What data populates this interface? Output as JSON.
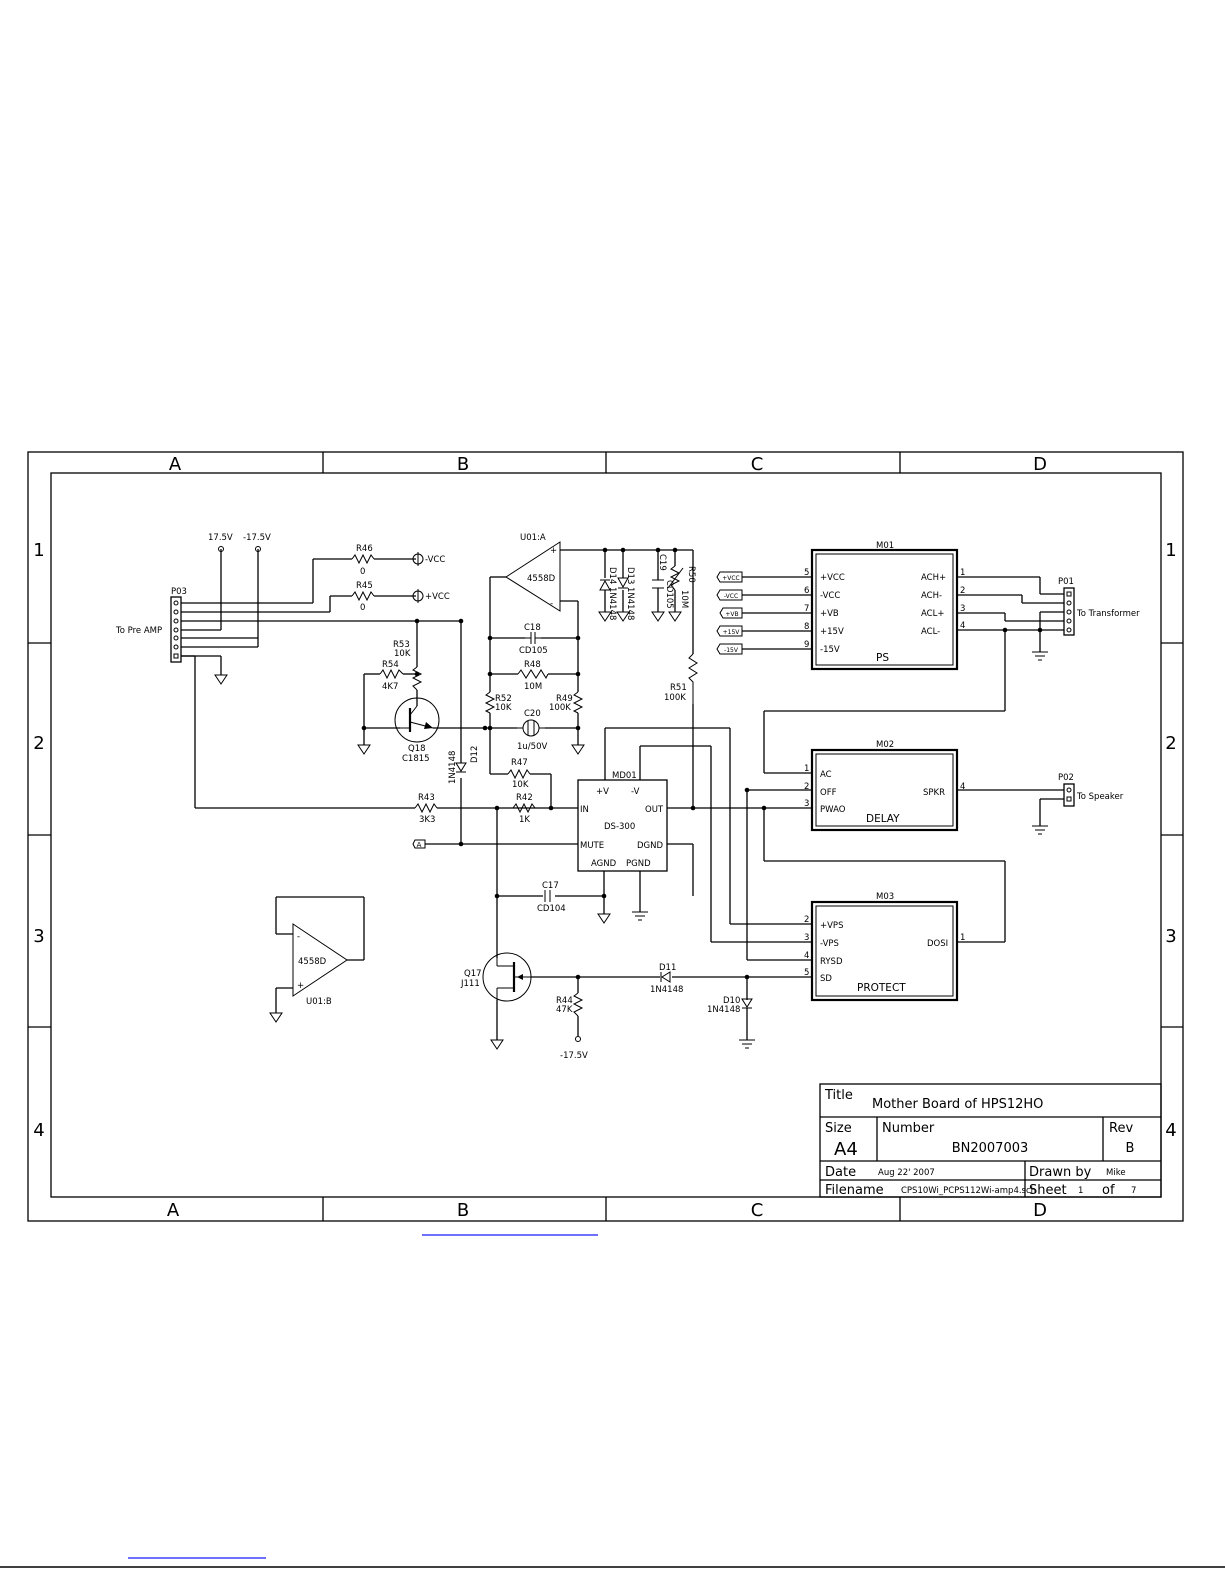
{
  "frame": {
    "columns": [
      "A",
      "B",
      "C",
      "D"
    ],
    "rows": [
      "1",
      "2",
      "3",
      "4"
    ]
  },
  "title_block": {
    "title_label": "Title",
    "title": "Mother Board of HPS12HO",
    "size_label": "Size",
    "size": "A4",
    "number_label": "Number",
    "number": "BN2007003",
    "rev_label": "Rev",
    "rev": "B",
    "date_label": "Date",
    "date": "Aug 22' 2007",
    "drawn_label": "Drawn by",
    "drawn_by": "Mike",
    "filename_label": "Filename",
    "filename": "CPS10Wi_PCPS112Wi-amp4.sch",
    "sheet_label": "Sheet",
    "sheet": "1",
    "of_label": "of",
    "of": "7"
  },
  "rails": {
    "pos": "17.5V",
    "neg": "-17.5V"
  },
  "connectors": {
    "p03": {
      "ref": "P03",
      "label": "To Pre AMP"
    },
    "p01": {
      "ref": "P01",
      "label": "To Transformer"
    },
    "p02": {
      "ref": "P02",
      "label": "To Speaker"
    },
    "a": "A"
  },
  "power_flags": {
    "neg_vcc": "-VCC",
    "pos_vcc": "+VCC",
    "neg_175": "-17.5V"
  },
  "ps_flags": [
    "+VCC",
    "-VCC",
    "+VB",
    "+15V",
    "-15V"
  ],
  "parts": {
    "r46": {
      "ref": "R46",
      "val": "0"
    },
    "r45": {
      "ref": "R45",
      "val": "0"
    },
    "r53": {
      "ref": "R53",
      "val": "10K"
    },
    "r54": {
      "ref": "R54",
      "val": "4K7"
    },
    "q18": {
      "ref": "Q18",
      "val": "C1815"
    },
    "d12": {
      "ref": "D12",
      "val": "1N4148"
    },
    "u01a": {
      "ref": "U01:A",
      "val": "4558D"
    },
    "u01b": {
      "ref": "U01:B",
      "val": "4558D"
    },
    "d14": {
      "ref": "D14",
      "val": "1N4148"
    },
    "d13": {
      "ref": "D13",
      "val": "1N4148"
    },
    "c19": {
      "ref": "C19",
      "val": "CD105"
    },
    "r50": {
      "ref": "R50",
      "val": "10M"
    },
    "c18": {
      "ref": "C18",
      "val": "CD105"
    },
    "r48": {
      "ref": "R48",
      "val": "10M"
    },
    "r52": {
      "ref": "R52",
      "val": "10K"
    },
    "c20": {
      "ref": "C20",
      "val": "1u/50V"
    },
    "r49": {
      "ref": "R49",
      "val": "100K"
    },
    "r51": {
      "ref": "R51",
      "val": "100K"
    },
    "r47": {
      "ref": "R47",
      "val": "10K"
    },
    "r42": {
      "ref": "R42",
      "val": "1K"
    },
    "r43": {
      "ref": "R43",
      "val": "3K3"
    },
    "c17": {
      "ref": "C17",
      "val": "CD104"
    },
    "q17": {
      "ref": "Q17",
      "val": "J111"
    },
    "r44": {
      "ref": "R44",
      "val": "47K"
    },
    "d11": {
      "ref": "D11",
      "val": "1N4148"
    },
    "d10": {
      "ref": "D10",
      "val": "1N4148"
    }
  },
  "md01": {
    "ref": "MD01",
    "name": "DS-300",
    "pins": {
      "pv": "+V",
      "nv": "-V",
      "in": "IN",
      "out": "OUT",
      "mute": "MUTE",
      "dgnd": "DGND",
      "agnd": "AGND",
      "pgnd": "PGND"
    }
  },
  "m01": {
    "ref": "M01",
    "name": "PS",
    "left_pins": [
      {
        "num": "5",
        "name": "+VCC"
      },
      {
        "num": "6",
        "name": "-VCC"
      },
      {
        "num": "7",
        "name": "+VB"
      },
      {
        "num": "8",
        "name": "+15V"
      },
      {
        "num": "9",
        "name": "-15V"
      }
    ],
    "right_pins": [
      {
        "num": "1",
        "name": "ACH+"
      },
      {
        "num": "2",
        "name": "ACH-"
      },
      {
        "num": "3",
        "name": "ACL+"
      },
      {
        "num": "4",
        "name": "ACL-"
      }
    ]
  },
  "m02": {
    "ref": "M02",
    "name": "DELAY",
    "left_pins": [
      {
        "num": "1",
        "name": "AC"
      },
      {
        "num": "2",
        "name": "OFF"
      },
      {
        "num": "3",
        "name": "PWAO"
      }
    ],
    "right_pins": [
      {
        "num": "4",
        "name": "SPKR"
      }
    ]
  },
  "m03": {
    "ref": "M03",
    "name": "PROTECT",
    "left_pins": [
      {
        "num": "2",
        "name": "+VPS"
      },
      {
        "num": "3",
        "name": "-VPS"
      },
      {
        "num": "4",
        "name": "RYSD"
      },
      {
        "num": "5",
        "name": "SD"
      }
    ],
    "right_pins": [
      {
        "num": "1",
        "name": "DOSI"
      }
    ]
  }
}
